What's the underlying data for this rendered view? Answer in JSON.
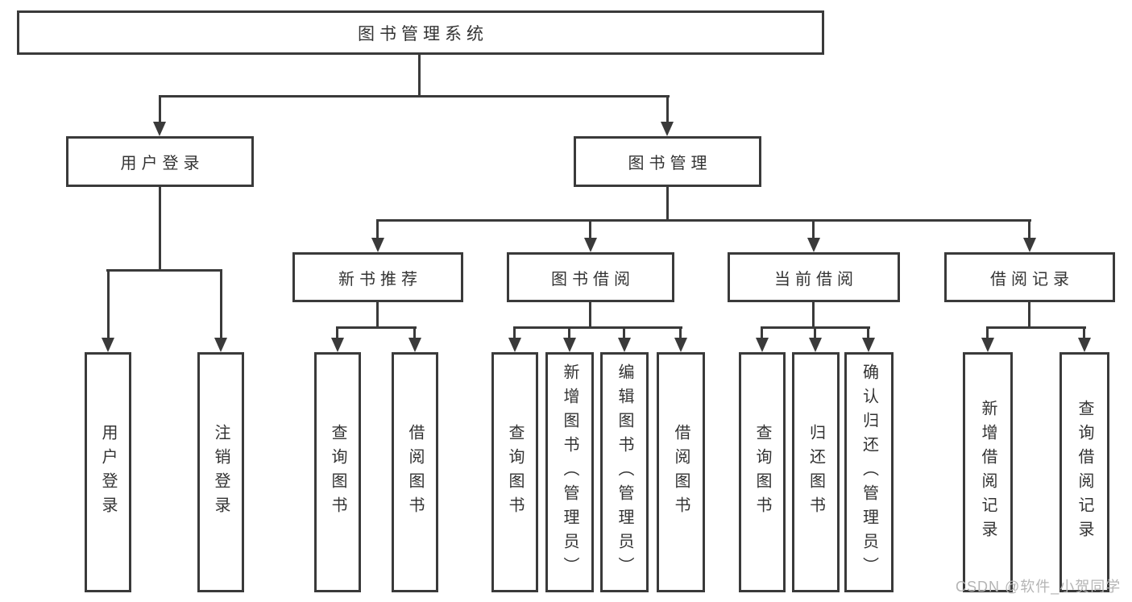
{
  "tree": {
    "root": "图书管理系统",
    "branches": [
      {
        "label": "用户登录",
        "children": [
          "用户登录",
          "注销登录"
        ]
      },
      {
        "label": "图书管理",
        "groups": [
          {
            "label": "新书推荐",
            "children": [
              "查询图书",
              "借阅图书"
            ]
          },
          {
            "label": "图书借阅",
            "children": [
              "查询图书",
              "新增图书（管理员）",
              "编辑图书（管理员）",
              "借阅图书"
            ]
          },
          {
            "label": "当前借阅",
            "children": [
              "查询图书",
              "归还图书",
              "确认归还（管理员）"
            ]
          },
          {
            "label": "借阅记录",
            "children": [
              "新增借阅记录",
              "查询借阅记录"
            ]
          }
        ]
      }
    ]
  },
  "watermark": "CSDN @软件_小贺同学",
  "colors": {
    "line": "#3a3a3a",
    "text": "#333333",
    "watermark": "#b5b5b5",
    "background": "#ffffff"
  }
}
